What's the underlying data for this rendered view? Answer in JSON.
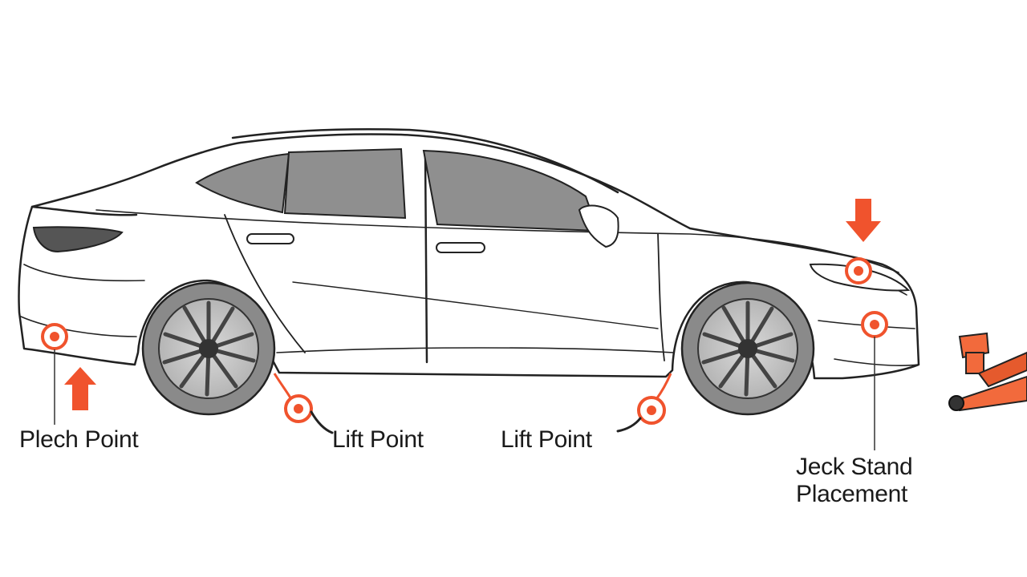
{
  "labels": {
    "pinch_point": "Plech Point",
    "lift_point_rear": "Lift Point",
    "lift_point_front": "Lift Point",
    "jack_stand_line1": "Jeck Stand",
    "jack_stand_line2": "Placement"
  },
  "colors": {
    "accent": "#f0532d",
    "outline": "#222222",
    "glass": "#8f8f8f",
    "tire": "#8a8a8a",
    "jack": "#f26a3c"
  },
  "icons": [
    "down-arrow-icon",
    "up-arrow-icon",
    "target-marker-icon",
    "floor-jack-icon"
  ]
}
